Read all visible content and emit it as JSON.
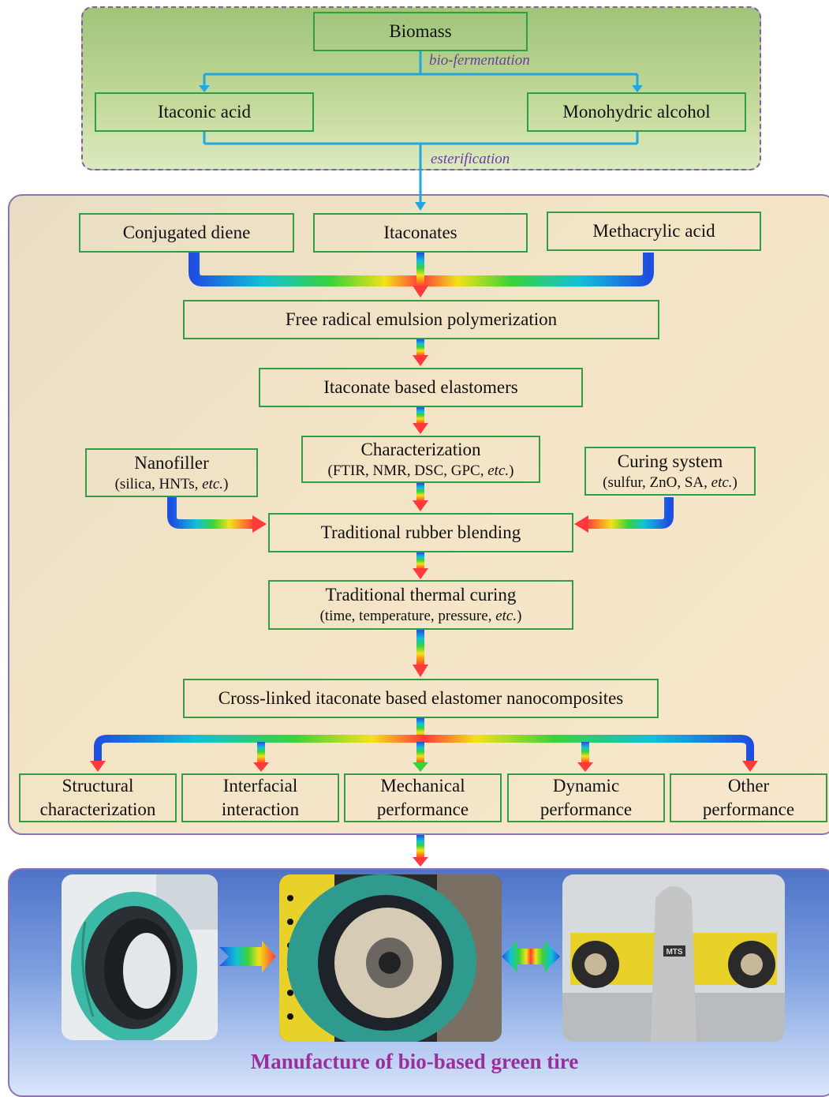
{
  "top": {
    "biomass": "Biomass",
    "bio_fermentation": "bio-fermentation",
    "itaconic_acid": "Itaconic acid",
    "monohydric_alcohol": "Monohydric alcohol",
    "esterification": "esterification"
  },
  "middle": {
    "conjugated_diene": "Conjugated diene",
    "itaconates": "Itaconates",
    "methacrylic_acid": "Methacrylic acid",
    "polymerization": "Free radical emulsion polymerization",
    "elastomers": "Itaconate based elastomers",
    "characterization_title": "Characterization",
    "characterization_sub": "(FTIR, NMR, DSC, GPC, ",
    "characterization_etc": "etc.",
    "characterization_close": ")",
    "nanofiller_title": "Nanofiller",
    "nanofiller_sub": "(silica, HNTs, ",
    "nanofiller_etc": "etc.",
    "nanofiller_close": ")",
    "curing_title": "Curing system",
    "curing_sub": "(sulfur, ZnO, SA, ",
    "curing_etc": "etc.",
    "curing_close": ")",
    "blending": "Traditional rubber blending",
    "thermal_title": "Traditional thermal curing",
    "thermal_sub": "(time, temperature, pressure, ",
    "thermal_etc": "etc.",
    "thermal_close": ")",
    "nanocomposites": "Cross-linked itaconate based elastomer nanocomposites"
  },
  "outputs": [
    {
      "line1": "Structural",
      "line2": "characterization"
    },
    {
      "line1": "Interfacial",
      "line2": "interaction"
    },
    {
      "line1": "Mechanical",
      "line2": "performance"
    },
    {
      "line1": "Dynamic",
      "line2": "performance"
    },
    {
      "line1": "Other",
      "line2": "performance"
    }
  ],
  "bottom": {
    "caption": "Manufacture of bio-based green tire",
    "machine_label": "MTS"
  },
  "colors": {
    "box_border": "#2f9e45",
    "connector_blue": "#22a7e0",
    "panel_border": "#8e72b2",
    "caption": "#9a2f9a"
  }
}
